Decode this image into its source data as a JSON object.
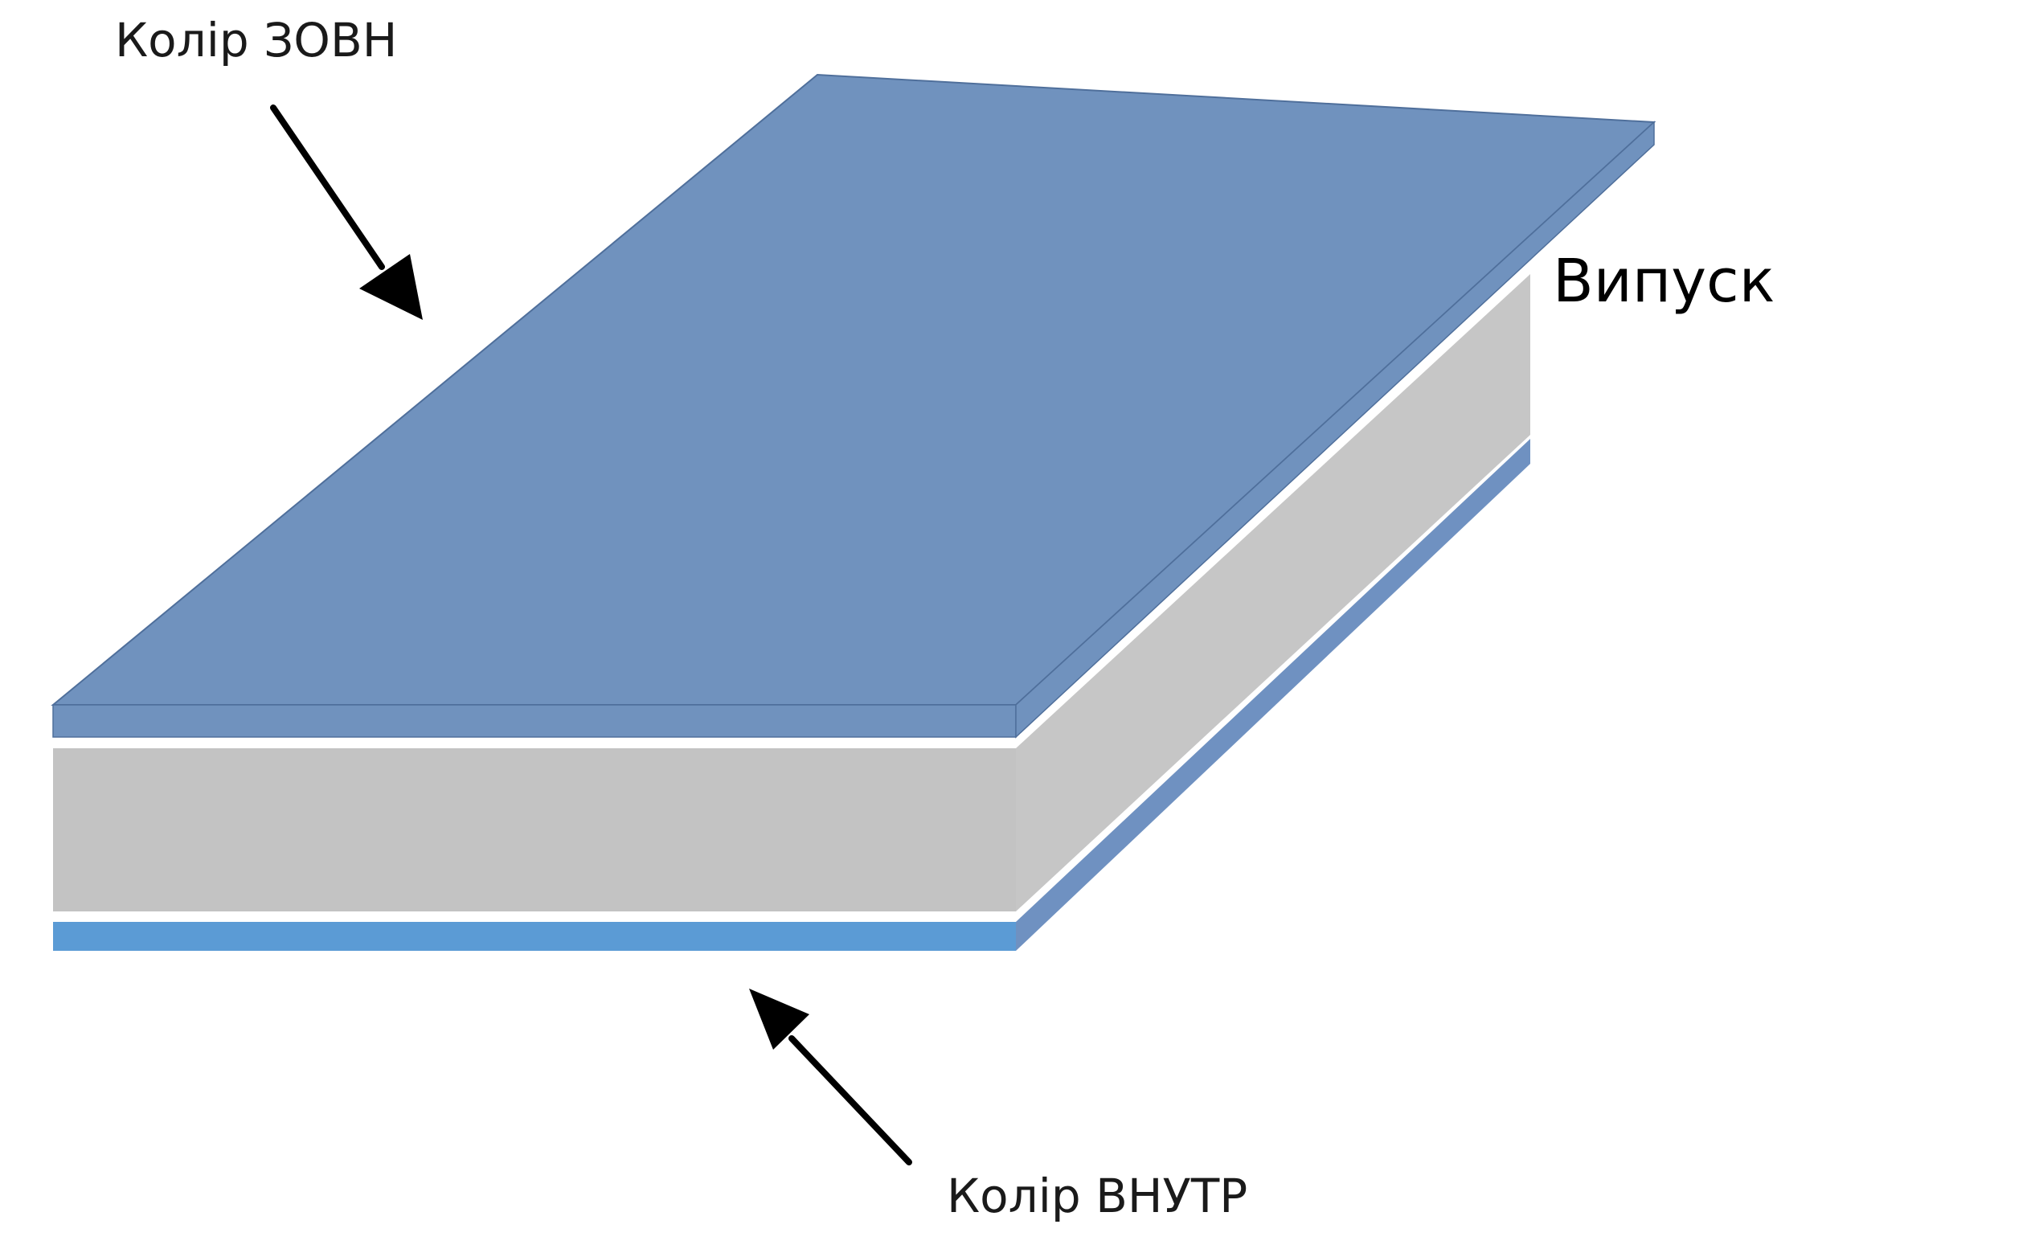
{
  "labels": {
    "outer_color": "Колір ЗОВН",
    "inner_color": "Колір ВНУТР",
    "release": "Випуск"
  },
  "colors": {
    "outer_layer": "#7092be",
    "outer_layer_edge": "#5a7eae",
    "core_front": "#c3c3c3",
    "core_side": "#c6c6c6",
    "inner_layer": "#5b9bd5",
    "inner_layer_side": "#6f91c1",
    "arrow": "#000000",
    "background": "#ffffff"
  }
}
